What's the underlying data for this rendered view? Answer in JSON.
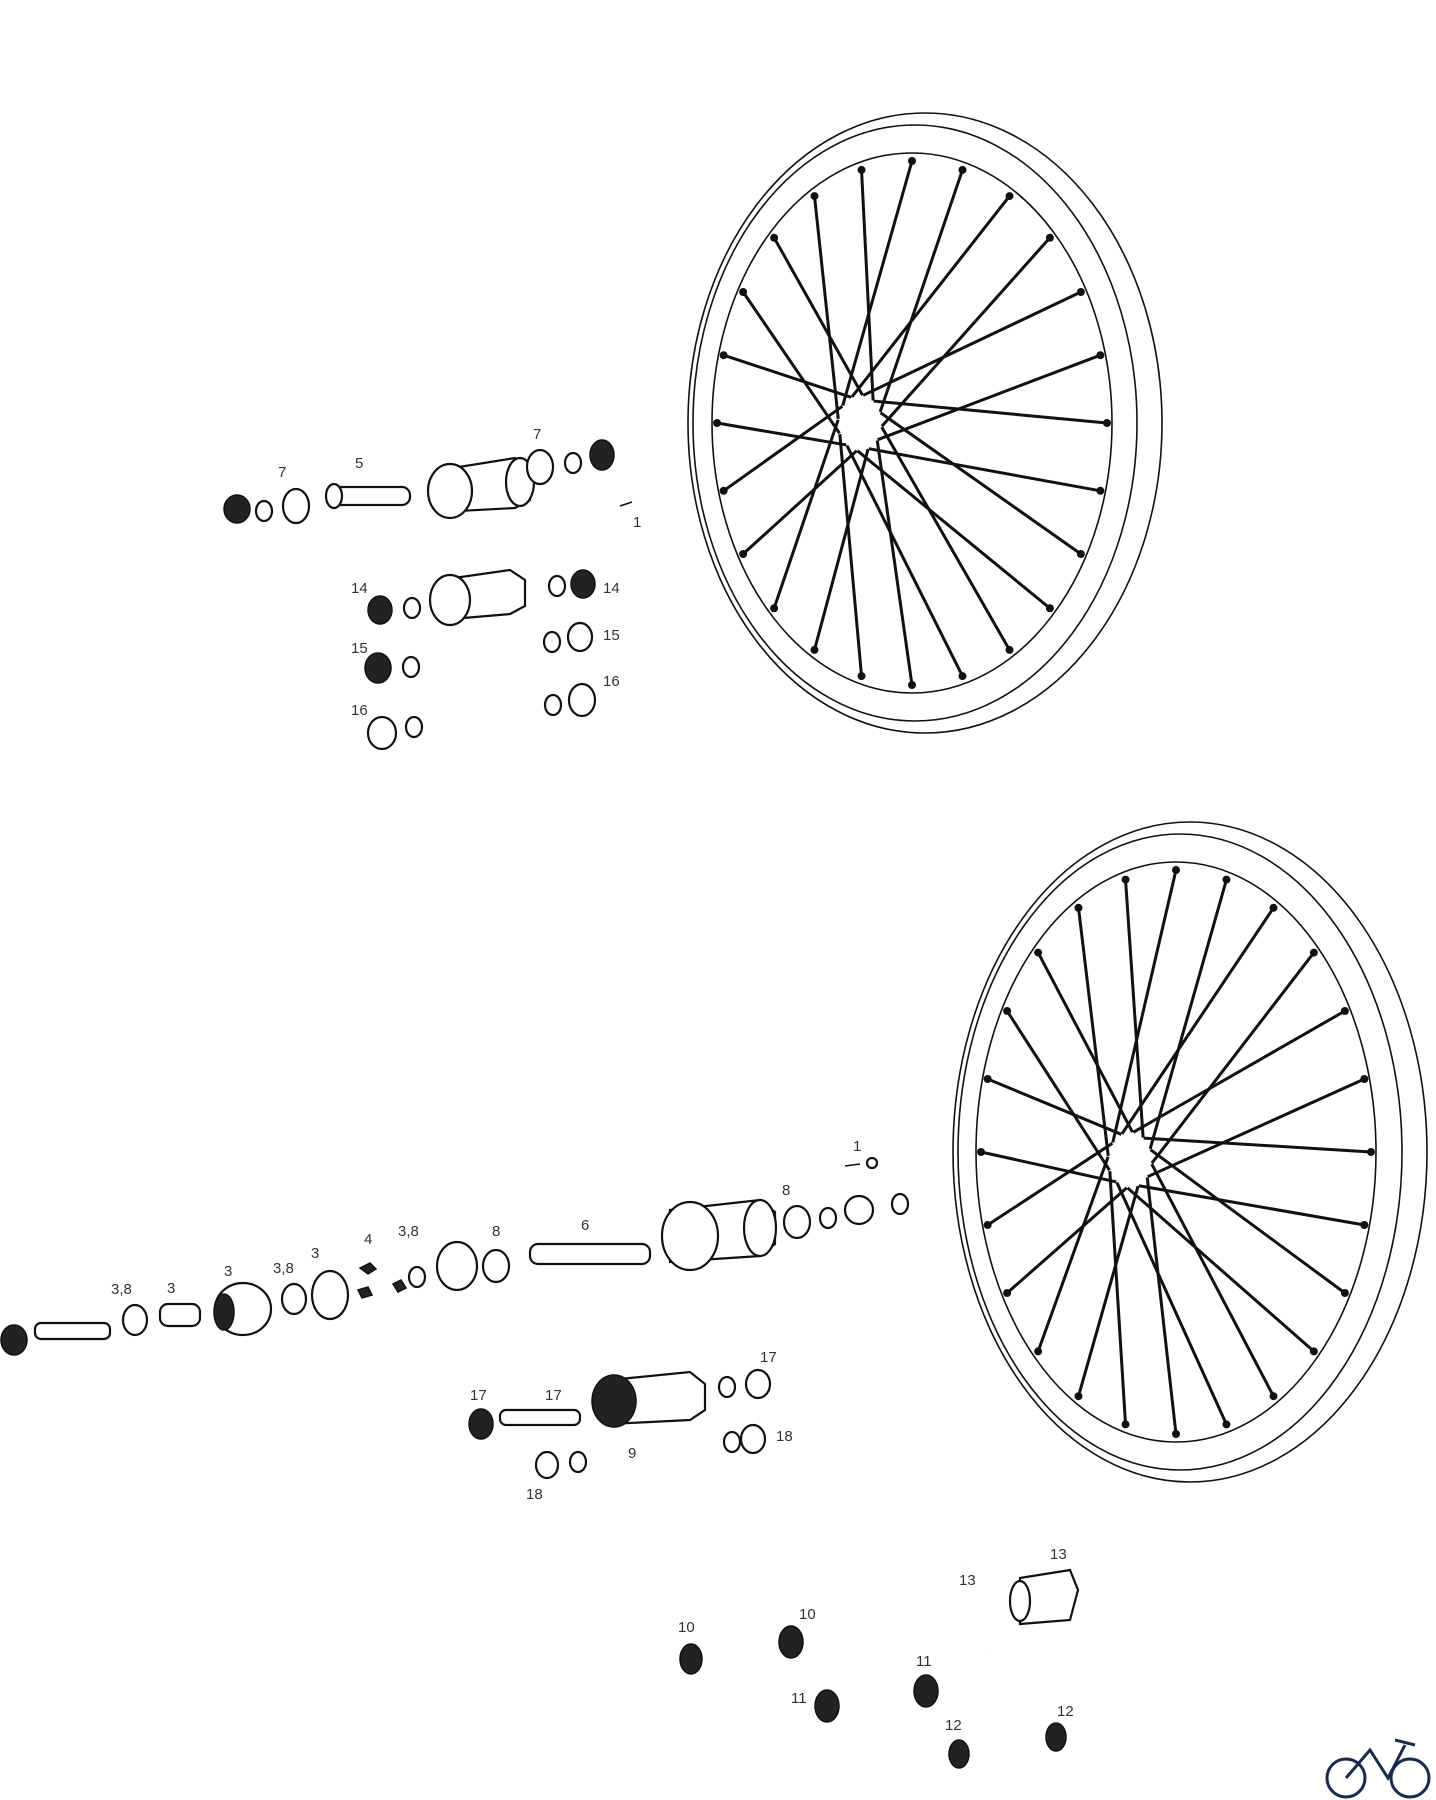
{
  "diagram": {
    "title": "Wheel exploded parts diagram",
    "front_wheel_labels": [
      "7",
      "5",
      "7",
      "1",
      "14",
      "14",
      "15",
      "15",
      "16",
      "16"
    ],
    "rear_wheel_labels": [
      "3,8",
      "3",
      "3",
      "3,8",
      "3",
      "4",
      "3,8",
      "8",
      "6",
      "1",
      "8",
      "17",
      "17",
      "17",
      "9",
      "18",
      "18"
    ],
    "accessory_labels": [
      "13",
      "13",
      "10",
      "10",
      "11",
      "11",
      "12",
      "12"
    ],
    "logo": "bike-logo"
  }
}
